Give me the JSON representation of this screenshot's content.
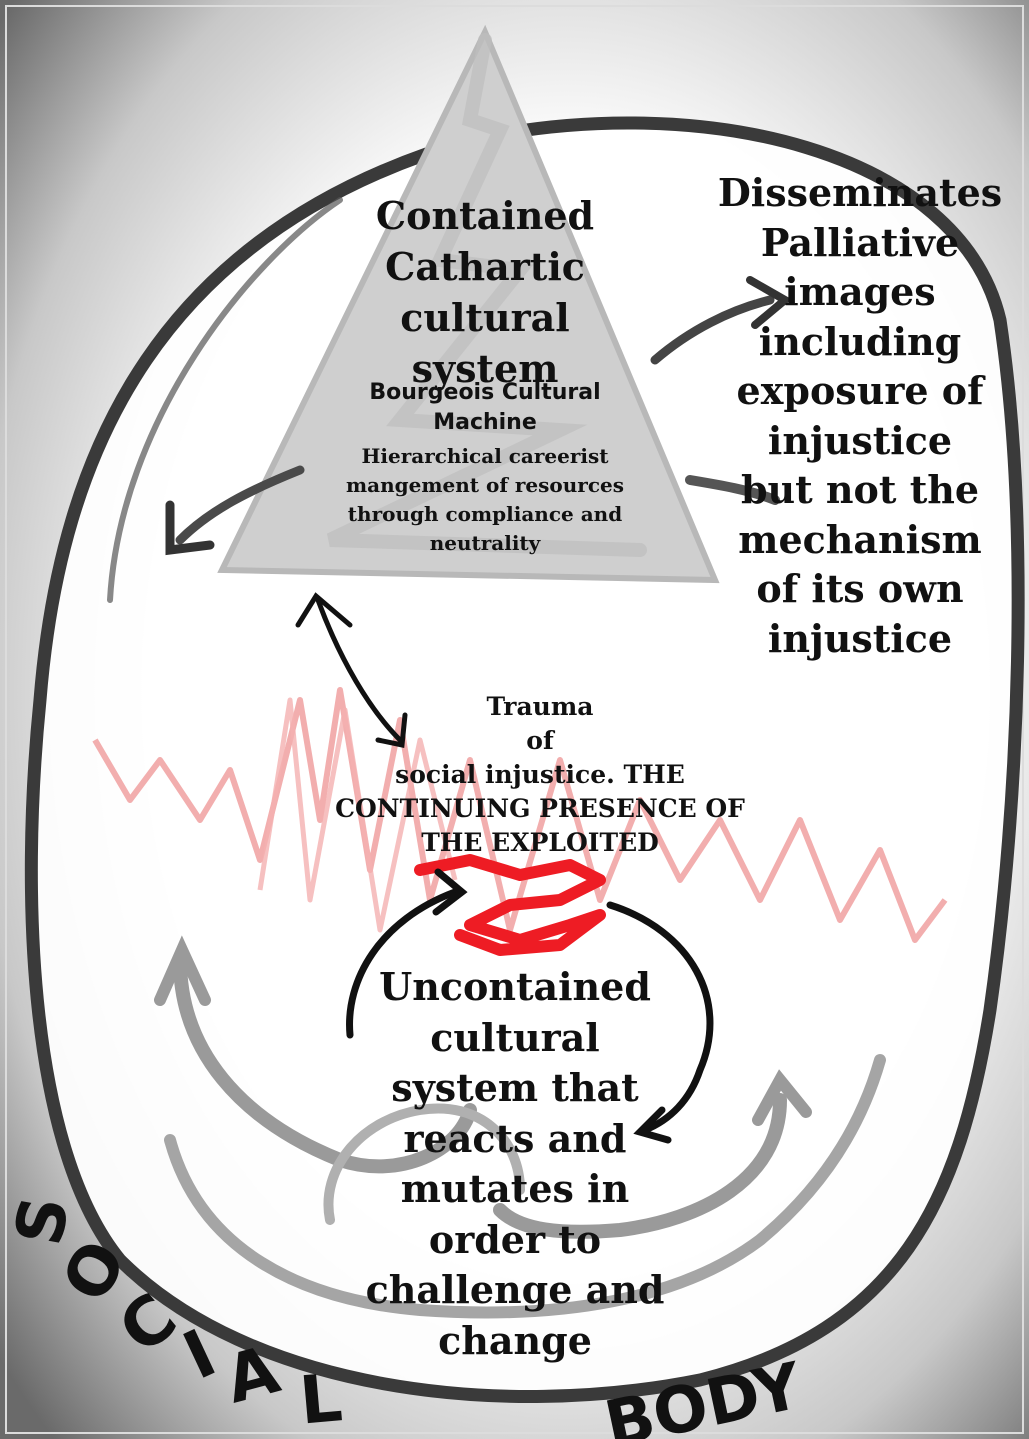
{
  "diagram": {
    "pyramid": {
      "title_lines": [
        "Contained",
        "Cathartic",
        "cultural",
        "system"
      ],
      "subtitle_lines": [
        "Bourgeois Cultural",
        "Machine"
      ],
      "detail_lines": [
        "Hierarchical careerist",
        "mangement of resources",
        "through compliance and",
        "neutrality"
      ]
    },
    "disseminates": {
      "lines": [
        "Disseminates",
        "Palliative",
        "images",
        "including",
        "exposure of",
        "injustice",
        "but not the",
        "mechanism",
        "of its own",
        "injustice"
      ]
    },
    "trauma": {
      "lines": [
        "Trauma",
        "of",
        "social injustice. THE",
        "CONTINUING PRESENCE OF",
        "THE EXPLOITED"
      ]
    },
    "uncontained": {
      "lines": [
        "Uncontained",
        "cultural",
        "system that",
        "reacts and",
        "mutates in",
        "order to",
        "challenge and",
        "change"
      ]
    },
    "social_body": {
      "word1": "SOCIAL",
      "word2": "BODY"
    }
  }
}
